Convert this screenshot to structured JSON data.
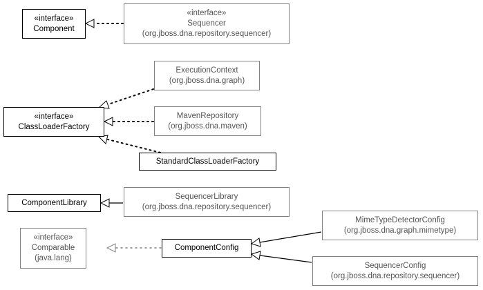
{
  "nodes": {
    "component": {
      "stereotype": "«interface»",
      "name": "Component"
    },
    "sequencer": {
      "stereotype": "«interface»",
      "name": "Sequencer",
      "package": "(org.jboss.dna.repository.sequencer)"
    },
    "execution_context": {
      "name": "ExecutionContext",
      "package": "(org.jboss.dna.graph)"
    },
    "class_loader_factory": {
      "stereotype": "«interface»",
      "name": "ClassLoaderFactory"
    },
    "maven_repository": {
      "name": "MavenRepository",
      "package": "(org.jboss.dna.maven)"
    },
    "standard_class_loader_factory": {
      "name": "StandardClassLoaderFactory"
    },
    "component_library": {
      "name": "ComponentLibrary"
    },
    "sequencer_library": {
      "name": "SequencerLibrary",
      "package": "(org.jboss.dna.repository.sequencer)"
    },
    "comparable": {
      "stereotype": "«interface»",
      "name": "Comparable",
      "package": "(java.lang)"
    },
    "component_config": {
      "name": "ComponentConfig"
    },
    "mime_type_detector_config": {
      "name": "MimeTypeDetectorConfig",
      "package": "(org.jboss.dna.graph.mimetype)"
    },
    "sequencer_config": {
      "name": "SequencerConfig",
      "package": "(org.jboss.dna.repository.sequencer)"
    }
  },
  "colors": {
    "primary_border": "#000000",
    "external_border": "#808080",
    "external_text": "#555555",
    "line": "#000000",
    "dotted_gray": "#808080"
  }
}
